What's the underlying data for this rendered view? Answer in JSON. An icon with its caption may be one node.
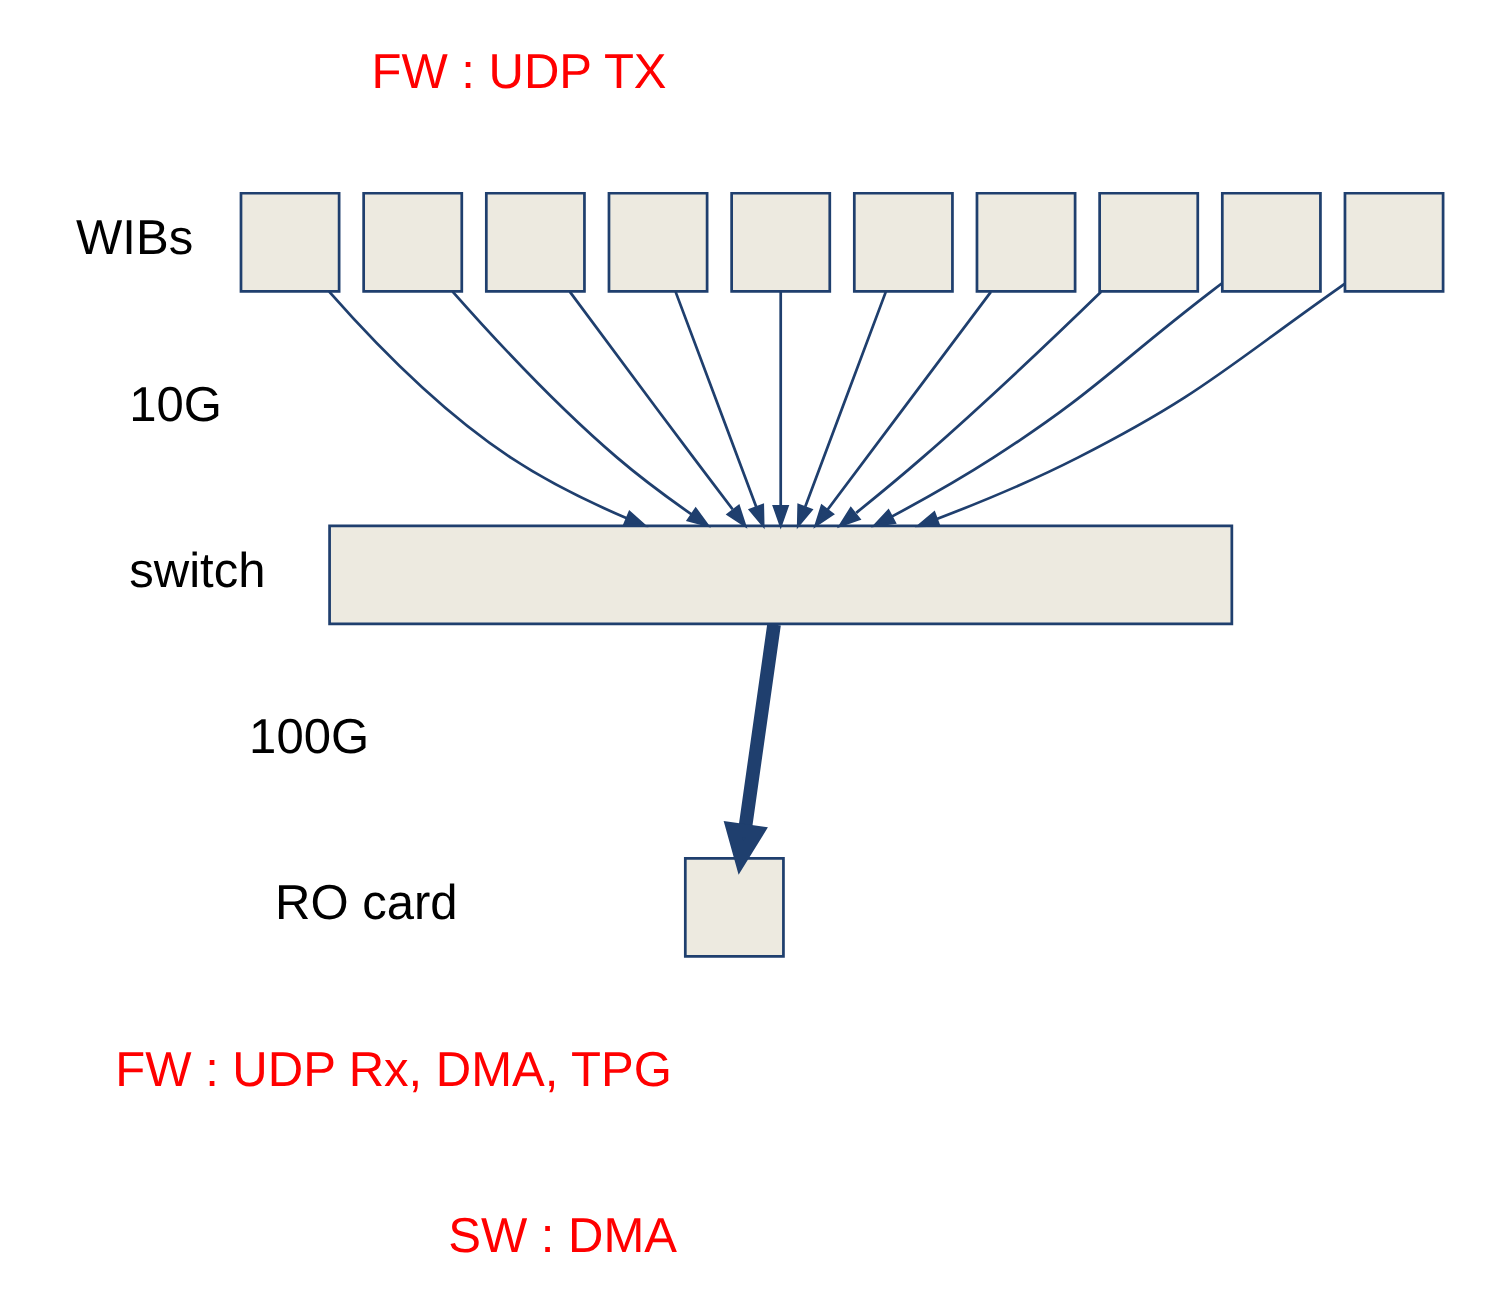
{
  "diagram": {
    "nodes": [
      {
        "text": [],
        "shape": "box"
      },
      {
        "text": [],
        "shape": "box"
      },
      {
        "text": [],
        "shape": "box"
      },
      {
        "text": [],
        "shape": "box"
      },
      {
        "text": [],
        "shape": "box"
      },
      {
        "text": [],
        "shape": "box"
      },
      {
        "text": [],
        "shape": "box"
      },
      {
        "text": [],
        "shape": "box"
      },
      {
        "text": [],
        "shape": "box"
      },
      {
        "text": [],
        "shape": "box"
      },
      {
        "text": [],
        "shape": "box"
      },
      {
        "text": [],
        "shape": "box"
      }
    ],
    "edges": [
      {
        "from": 0,
        "to": 10,
        "arrow": "to"
      },
      {
        "from": 1,
        "to": 10,
        "arrow": "to"
      },
      {
        "from": 2,
        "to": 10,
        "arrow": "to"
      },
      {
        "from": 3,
        "to": 10,
        "arrow": "to"
      },
      {
        "from": 4,
        "to": 10,
        "arrow": "to"
      },
      {
        "from": 5,
        "to": 10,
        "arrow": "to"
      },
      {
        "from": 6,
        "to": 10,
        "arrow": "to"
      },
      {
        "from": 7,
        "to": 10,
        "arrow": "to"
      },
      {
        "from": 8,
        "to": 10,
        "arrow": "to"
      },
      {
        "from": 9,
        "to": 10,
        "arrow": "to"
      },
      {
        "from": 10,
        "to": 11,
        "arrow": "to",
        "style": "thick"
      }
    ],
    "labels": [
      "FW : UDP TX",
      "WIBs",
      "10G",
      "switch",
      "100G",
      "RO card",
      "FW : UDP Rx, DMA, TPG",
      "SW : DMA"
    ]
  }
}
